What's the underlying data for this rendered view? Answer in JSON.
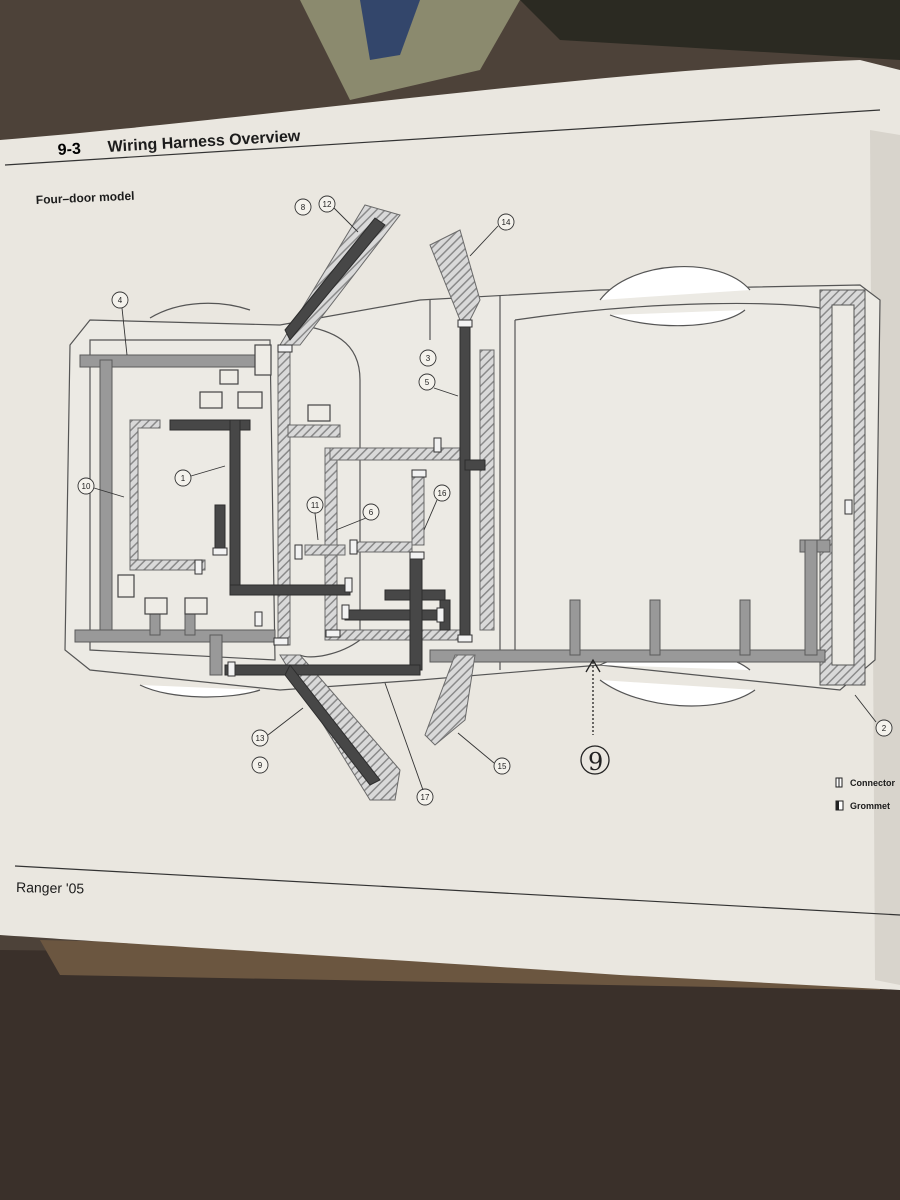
{
  "header": {
    "section": "9-3",
    "title": "Wiring Harness Overview"
  },
  "subtitle": "Four–door model",
  "footer": {
    "text": "Ranger '05"
  },
  "legend": [
    {
      "label": "Connector",
      "icon": "connector-icon"
    },
    {
      "label": "Grommet",
      "icon": "grommet-icon"
    }
  ],
  "callouts": [
    "1",
    "2",
    "3",
    "4",
    "5",
    "6",
    "8",
    "9",
    "10",
    "11",
    "12",
    "13",
    "14",
    "15",
    "16",
    "17"
  ],
  "handwritten_mark": "9",
  "colors": {
    "page": "#e9e6df",
    "harness_gray": "#8f8f8f",
    "harness_dark": "#3c3c3c",
    "hatch": "#a9a9a9",
    "outline": "#5a5a5a"
  }
}
